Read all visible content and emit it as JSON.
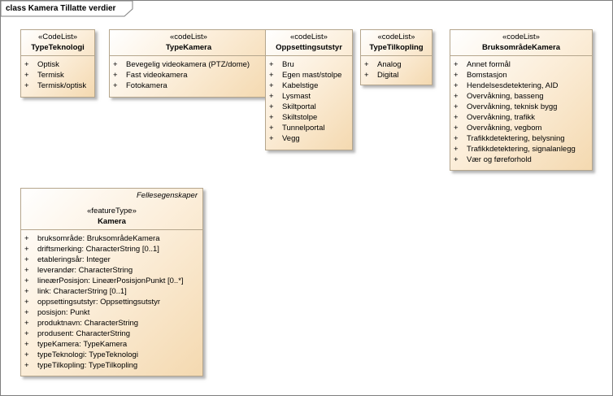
{
  "frame_title": "class Kamera Tillatte verdier",
  "visibility_marker": "+",
  "classes": {
    "type_teknologi": {
      "stereotype": "«CodeList»",
      "name": "TypeTeknologi",
      "values": [
        "Optisk",
        "Termisk",
        "Termisk/optisk"
      ]
    },
    "type_kamera": {
      "stereotype": "«codeList»",
      "name": "TypeKamera",
      "values": [
        "Bevegelig videokamera (PTZ/dome)",
        "Fast videokamera",
        "Fotokamera"
      ]
    },
    "oppsettingsutstyr": {
      "stereotype": "«codeList»",
      "name": "Oppsettingsutstyr",
      "values": [
        "Bru",
        "Egen mast/stolpe",
        "Kabelstige",
        "Lysmast",
        "Skiltportal",
        "Skiltstolpe",
        "Tunnelportal",
        "Vegg"
      ]
    },
    "type_tilkopling": {
      "stereotype": "«codeList»",
      "name": "TypeTilkopling",
      "values": [
        "Analog",
        "Digital"
      ]
    },
    "bruksomrade_kamera": {
      "stereotype": "«codeList»",
      "name": "BruksområdeKamera",
      "values": [
        "Annet formål",
        "Bomstasjon",
        "Hendelsesdetektering, AID",
        "Overvåkning, basseng",
        "Overvåkning, teknisk bygg",
        "Overvåkning, trafikk",
        "Overvåkning, vegbom",
        "Trafikkdetektering, belysning",
        "Trafikkdetektering, signalanlegg",
        "Vær og føreforhold"
      ]
    },
    "kamera": {
      "tagged_value": "Fellesegenskaper",
      "stereotype": "«featureType»",
      "name": "Kamera",
      "attributes": [
        "bruksområde: BruksområdeKamera",
        "driftsmerking: CharacterString [0..1]",
        "etableringsår: Integer",
        "leverandør: CharacterString",
        "lineærPosisjon: LineærPosisjonPunkt [0..*]",
        "link: CharacterString [0..1]",
        "oppsettingsutstyr: Oppsettingsutstyr",
        "posisjon: Punkt",
        "produktnavn: CharacterString",
        "produsent: CharacterString",
        "typeKamera: TypeKamera",
        "typeTeknologi: TypeTeknologi",
        "typeTilkopling: TypeTilkopling"
      ]
    }
  }
}
